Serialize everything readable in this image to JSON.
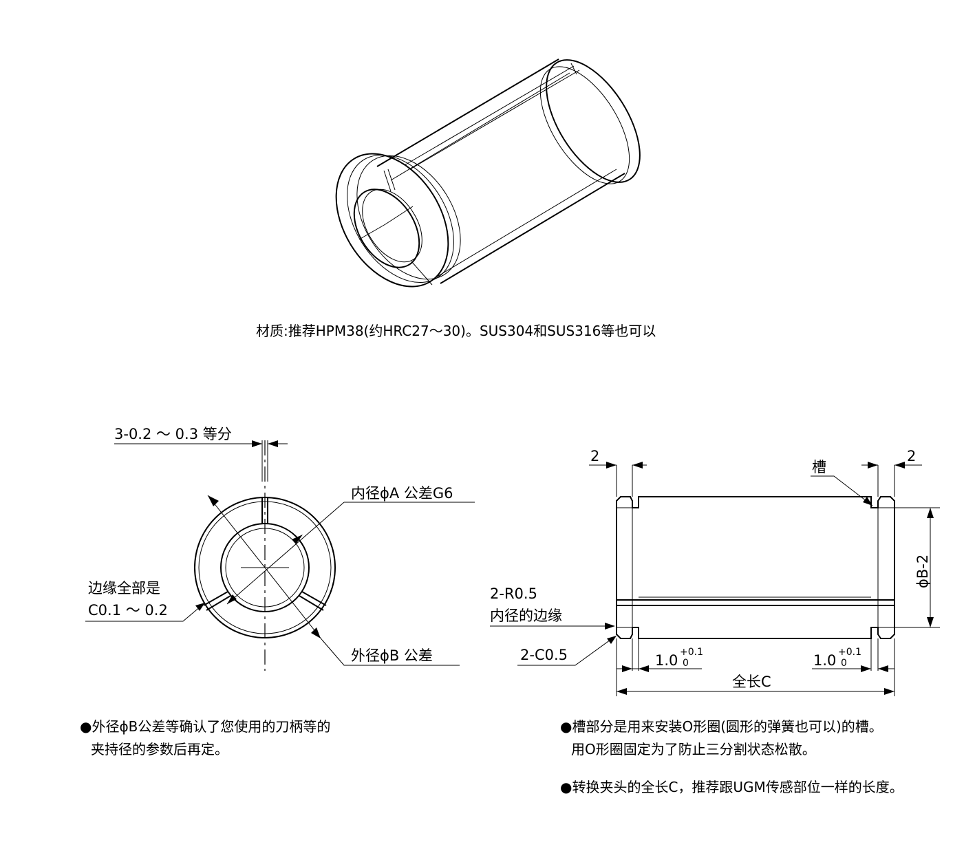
{
  "material_note": "材质:推荐HPM38(约HRC27～30)。SUS304和SUS316等也可以",
  "front_view": {
    "slit_label": "3-0.2 ～ 0.3 等分",
    "inner_dia_label": "内径ϕA 公差G6",
    "edge_label_line1": "边缘全部是",
    "edge_label_line2": "C0.1 ～ 0.2",
    "outer_dia_label": "外径ϕB 公差"
  },
  "side_view": {
    "groove_left_width": "2",
    "groove_right_width": "2",
    "groove_label": "槽",
    "outer_dim_label": "ϕB-2",
    "radius_line1": "2-R0.5",
    "radius_line2": "内径的边缘",
    "chamfer_label": "2-C0.5",
    "groove_depth_left": "1.0",
    "groove_depth_right": "1.0",
    "tol_upper": "+0.1",
    "tol_lower": "0",
    "total_length_label": "全长C"
  },
  "notes": {
    "left_line1": "●外径ϕB公差等确认了您使用的刀柄等的",
    "left_line2": "夹持径的参数后再定。",
    "right_line1": "●槽部分是用来安装O形圈(圆形的弹簧也可以)的槽。",
    "right_line2": "用O形圈固定为了防止三分割状态松散。",
    "right_line3": "●转换夹头的全长C，推荐跟UGM传感部位一样的长度。"
  }
}
